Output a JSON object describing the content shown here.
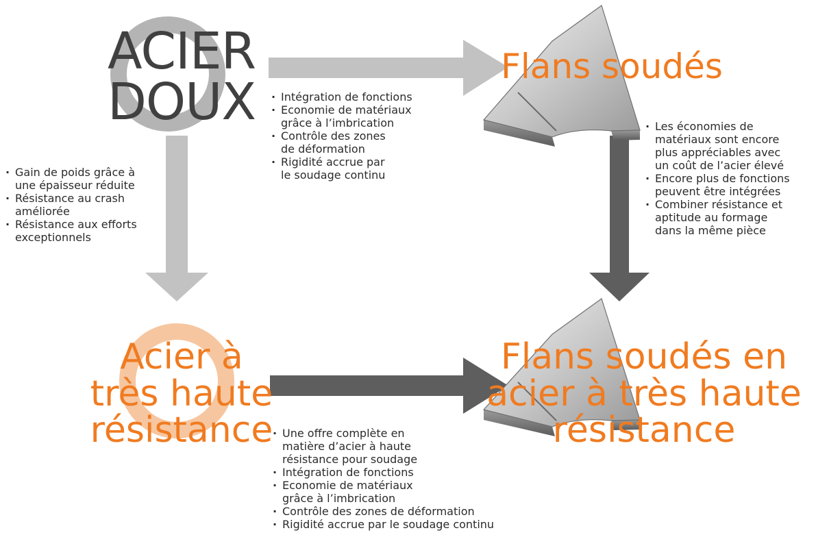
{
  "colors": {
    "orange": "#f07b20",
    "light_ring": "#f6c6a0",
    "grey_ring": "#b4b4b4",
    "light_arrow": "#c2c2c2",
    "dark_arrow": "#5e5e5e",
    "dark_text": "#404040"
  },
  "nodes": {
    "acier_doux": {
      "line1": "ACIER",
      "line2": "DOUX"
    },
    "acier_ahr": {
      "line1": "Acier à",
      "line2": "très haute",
      "line3": "résistance"
    },
    "flans_soudes": {
      "line1": "Flans soudés"
    },
    "flans_ahr": {
      "line1": "Flans soudés en",
      "line2": "acier à très haute",
      "line3": "résistance"
    }
  },
  "notes": {
    "top": [
      "Intégration de fonctions",
      "Economie de matériaux\ngrâce à l’imbrication",
      "Contrôle des zones\nde déformation",
      "Rigidité accrue par\nle soudage continu"
    ],
    "left": [
      "Gain de poids grâce à\nune épaisseur réduite",
      "Résistance au crash\naméliorée",
      "Résistance aux efforts\nexceptionnels"
    ],
    "right": [
      "Les économies de\nmatériaux sont encore\nplus appréciables avec\nun coût de l’acier élevé",
      "Encore plus de fonctions\npeuvent être intégrées",
      "Combiner résistance et\naptitude au formage\ndans la même pièce"
    ],
    "bottom": [
      "Une offre complète en\nmatière d’acier à haute\nrésistance pour soudage",
      "Intégration de fonctions",
      "Economie de matériaux\ngrâce à l’imbrication",
      "Contrôle des zones de déformation",
      "Rigidité accrue par le soudage continu"
    ]
  }
}
